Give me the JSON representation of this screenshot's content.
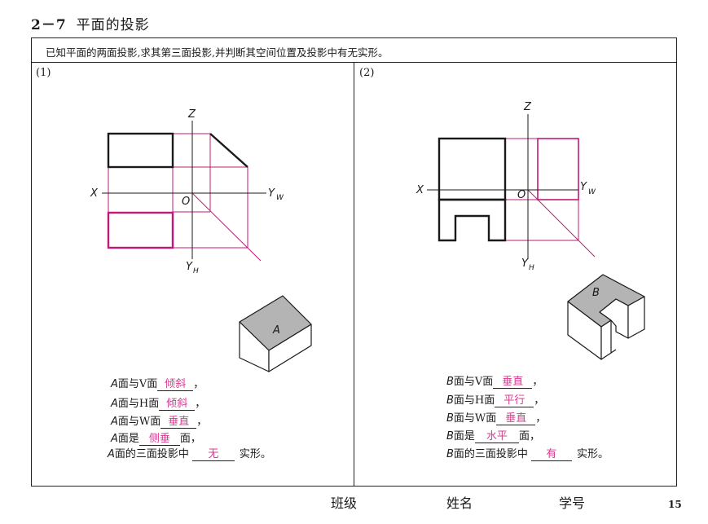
{
  "header": {
    "section_number": "2－7",
    "section_title": "平面的投影"
  },
  "instruction": "已知平面的两面投影,求其第三面投影,并判断其空间位置及投影中有无实形。",
  "panel_left": {
    "label": "(1)",
    "axes": {
      "z": "Z",
      "x": "X",
      "o": "O",
      "yw": "Y",
      "yw_sub": "W",
      "yh": "Y",
      "yh_sub": "H"
    },
    "solid_face_label": "A",
    "rows": [
      {
        "prefix": "A",
        "middle": "面与V面",
        "answer": "倾斜",
        "suffix": "，"
      },
      {
        "prefix": "A",
        "middle": "面与H面",
        "answer": "倾斜",
        "suffix": "，"
      },
      {
        "prefix": "A",
        "middle": "面与W面",
        "answer": "垂直",
        "suffix": "，"
      },
      {
        "prefix": "A",
        "middle": "面是",
        "answer": "侧垂",
        "suffix": "面，"
      },
      {
        "prefix": "A",
        "middle": "面的三面投影中",
        "answer": "无",
        "suffix": "实形。"
      }
    ]
  },
  "panel_right": {
    "label": "(2)",
    "axes": {
      "z": "Z",
      "x": "X",
      "o": "O",
      "yw": "Y",
      "yw_sub": "W",
      "yh": "Y",
      "yh_sub": "H"
    },
    "solid_face_label": "B",
    "rows": [
      {
        "prefix": "B",
        "middle": "面与V面",
        "answer": "垂直",
        "suffix": "，"
      },
      {
        "prefix": "B",
        "middle": "面与H面",
        "answer": "平行",
        "suffix": "，"
      },
      {
        "prefix": "B",
        "middle": "面与W面",
        "answer": "垂直",
        "suffix": "，"
      },
      {
        "prefix": "B",
        "middle": "面是",
        "answer": "水平",
        "suffix": "面，"
      },
      {
        "prefix": "B",
        "middle": "面的三面投影中",
        "answer": "有",
        "suffix": "实形。"
      }
    ]
  },
  "footer": {
    "class_label": "班级",
    "name_label": "姓名",
    "id_label": "学号",
    "page_number": "15"
  },
  "colors": {
    "ink": "#1a1a1a",
    "construction": "#c2187a",
    "answer": "#d63b8f",
    "face_fill": "#b4b4b4"
  }
}
